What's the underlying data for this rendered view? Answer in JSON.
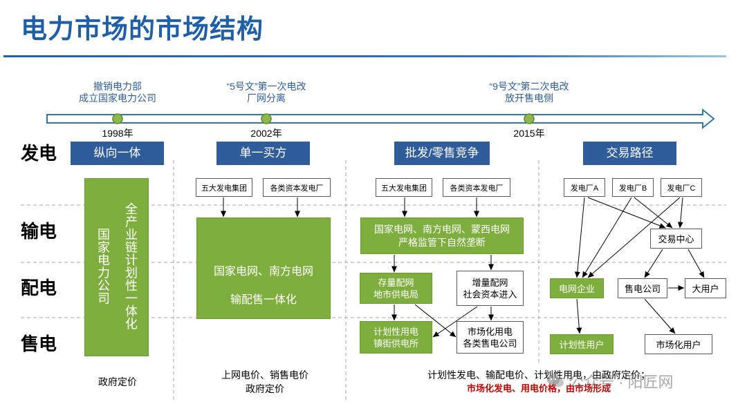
{
  "title": "电力市场的市场结构",
  "colors": {
    "title": "#1F5FA8",
    "caption": "#2F5D9B",
    "header": "#2F5D9B",
    "green": "#7EAE3E",
    "green_border": "#6B9A31",
    "emphasis": "#C00000",
    "timeline": "#2E75B6",
    "milestone": "#8DB84A"
  },
  "timeline": {
    "events": [
      {
        "caption": [
          "撤销电力部",
          "成立国家电力公司"
        ],
        "year": "1998年"
      },
      {
        "caption": [
          "“5号文”第一次电改",
          "厂网分离"
        ],
        "year": "2002年"
      },
      {
        "caption": [
          "“9号文”第二次电改",
          "放开售电侧"
        ],
        "year": "2015年"
      }
    ]
  },
  "row_labels": [
    "发电",
    "输电",
    "配电",
    "售电"
  ],
  "vertical_integration": {
    "header": "纵向一体",
    "entity": "国家电力公司",
    "description": "全产业链计划性一体化",
    "pricing": "政府定价"
  },
  "single_buyer": {
    "header": "单一买方",
    "generators": [
      "五大发电集团",
      "各类资本发电厂"
    ],
    "grid": [
      "国家电网、南方电网",
      "输配售一体化"
    ],
    "pricing": [
      "上网电价、销售电价",
      "政府定价"
    ]
  },
  "competition": {
    "header": "批发/零售竞争",
    "generators": [
      "五大发电集团",
      "各类资本发电厂"
    ],
    "grid": [
      "国家电网、南方电网、蒙西电网",
      "严格监管下自然垄断"
    ],
    "existing_distribution": [
      "存量配网",
      "地市供电局"
    ],
    "incremental_distribution": [
      "增量配网",
      "社会资本进入"
    ],
    "planned_consumption": [
      "计划性用电",
      "镇街供电所"
    ],
    "market_consumption": [
      "市场化用电",
      "各类售电公司"
    ],
    "pricing": [
      "计划性发电、输配电价、计划性用电，由政府定价；",
      "市场化发电、用电价格，由市场形成"
    ]
  },
  "trading_path": {
    "header": "交易路径",
    "plants": [
      "发电厂A",
      "发电厂B",
      "发电厂C"
    ],
    "exchange": "交易中心",
    "grid_company": "电网企业",
    "retailer": "售电公司",
    "large_user": "大用户",
    "planned_user": "计划性用户",
    "market_user": "市场化用户"
  },
  "watermark": {
    "icon": "wechat-icon",
    "text": "公众号 · 阳匠网"
  }
}
